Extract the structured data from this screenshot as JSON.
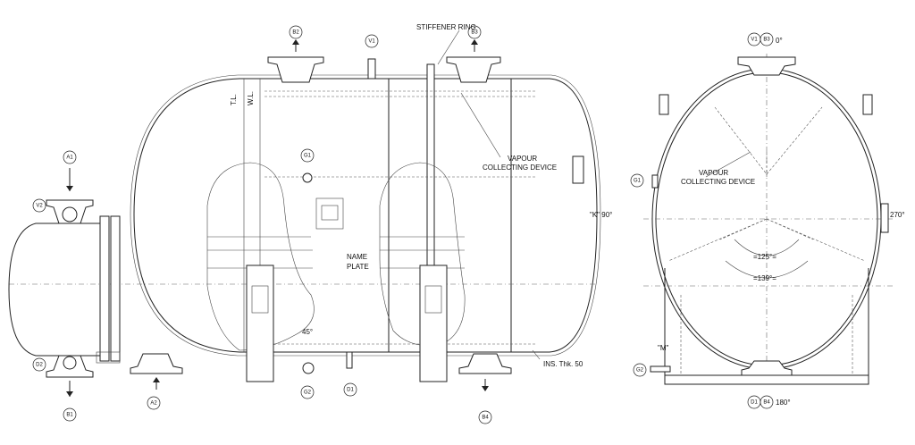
{
  "nozzles": {
    "b2": "B2",
    "v1": "V1",
    "b3": "B3",
    "a1": "A1",
    "v2": "V2",
    "g1": "G1",
    "d2": "D2",
    "b1": "B1",
    "a2": "A2",
    "g2": "G2",
    "d1": "D1",
    "b4": "B4"
  },
  "side_nozzles": {
    "v1": "V1",
    "b3": "B3",
    "g1": "G1",
    "g2": "G2",
    "d1": "D1",
    "b4": "B4"
  },
  "labels": {
    "stiffener_ring": "STIFFENER RING",
    "tl": "T.L.",
    "wl": "W.L.",
    "vapour_device_front_1": "VAPOUR",
    "vapour_device_front_2": "COLLECTING DEVICE",
    "k_orientation": "\"K\" 90°",
    "name_plate_1": "NAME",
    "name_plate_2": "PLATE",
    "angle_45": "45°",
    "insulation": "INS. Thk. 50",
    "vapour_device_side_1": "VAPOUR",
    "vapour_device_side_2": "COLLECTING DEVICE",
    "angle_0": "0°",
    "angle_270": "270°",
    "angle_125": "=125°=",
    "angle_139": "=139°=",
    "m_mark": "\"M\"",
    "angle_180": "180°"
  }
}
